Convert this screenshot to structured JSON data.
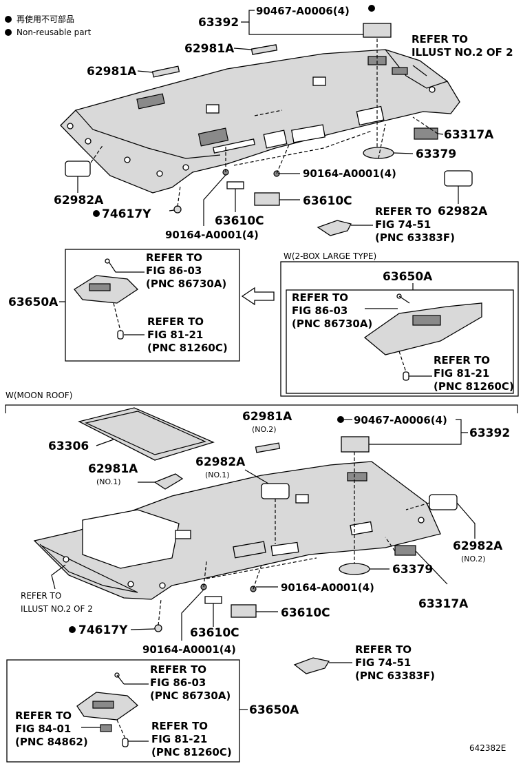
{
  "legend": {
    "japanese": "再使用不可部品",
    "english": "Non-reusable part"
  },
  "top_section": {
    "labels": {
      "p63392": "63392",
      "p90467": "90467-A0006(4)",
      "p62981A_a": "62981A",
      "p62981A_b": "62981A",
      "refer_illust_1": "REFER TO",
      "refer_illust_2": "ILLUST NO.2 OF 2",
      "p63317A": "63317A",
      "p63379": "63379",
      "p90164_a": "90164-A0001(4)",
      "p62982A_left": "62982A",
      "p62982A_right": "62982A",
      "p63610C_a": "63610C",
      "p63610C_b": "63610C",
      "p74617Y": "74617Y",
      "p90164_b": "90164-A0001(4)",
      "ref74_1": "REFER TO",
      "ref74_2": "FIG 74-51",
      "ref74_3": "(PNC 63383F)"
    }
  },
  "box_left": {
    "p63650A": "63650A",
    "ref86_1": "REFER TO",
    "ref86_2": "FIG 86-03",
    "ref86_3": "(PNC 86730A)",
    "ref81_1": "REFER TO",
    "ref81_2": "FIG 81-21",
    "ref81_3": "(PNC 81260C)"
  },
  "box_right": {
    "title": "W(2-BOX LARGE TYPE)",
    "p63650A": "63650A",
    "ref86_1": "REFER TO",
    "ref86_2": "FIG 86-03",
    "ref86_3": "(PNC 86730A)",
    "ref81_1": "REFER TO",
    "ref81_2": "FIG 81-21",
    "ref81_3": "(PNC 81260C)"
  },
  "bottom_section": {
    "title": "W(MOON ROOF)",
    "labels": {
      "p62981A_no2": "62981A",
      "no2_a": "(NO.2)",
      "p90467": "90467-A0006(4)",
      "p63392": "63392",
      "p63306": "63306",
      "p62982A_no1": "62982A",
      "no1_a": "(NO.1)",
      "p62981A_no1": "62981A",
      "no1_b": "(NO.1)",
      "p62982A_no2": "62982A",
      "no2_b": "(NO.2)",
      "p63379": "63379",
      "p90164_a": "90164-A0001(4)",
      "refer_illust_1": "REFER TO",
      "refer_illust_2": "ILLUST NO.2 OF 2",
      "p63317A": "63317A",
      "p63610C_a": "63610C",
      "p63610C_b": "63610C",
      "p74617Y": "74617Y",
      "p90164_b": "90164-A0001(4)",
      "ref74_1": "REFER TO",
      "ref74_2": "FIG 74-51",
      "ref74_3": "(PNC 63383F)"
    }
  },
  "box_bottom": {
    "p63650A": "63650A",
    "ref86_1": "REFER TO",
    "ref86_2": "FIG 86-03",
    "ref86_3": "(PNC 86730A)",
    "ref84_1": "REFER TO",
    "ref84_2": "FIG 84-01",
    "ref84_3": "(PNC 84862)",
    "ref81_1": "REFER TO",
    "ref81_2": "FIG 81-21",
    "ref81_3": "(PNC 81260C)"
  },
  "footer": {
    "code": "642382E"
  }
}
